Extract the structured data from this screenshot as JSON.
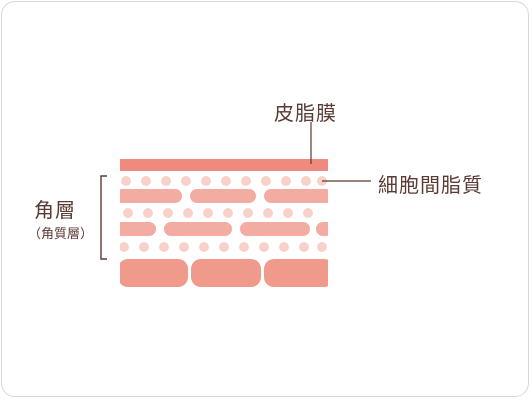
{
  "labels": {
    "top": "皮脂膜",
    "right": "細胞間脂質",
    "left_main": "角層",
    "left_sub": "（角質層）"
  },
  "colors": {
    "sebum_film": "#ee8a7e",
    "cell_bar": "#f2aca1",
    "bottom_cell": "#f09a8c",
    "lipid_dot": "#f8d2c8",
    "annotation_line": "#5a3a33",
    "text": "#5a3a33"
  }
}
